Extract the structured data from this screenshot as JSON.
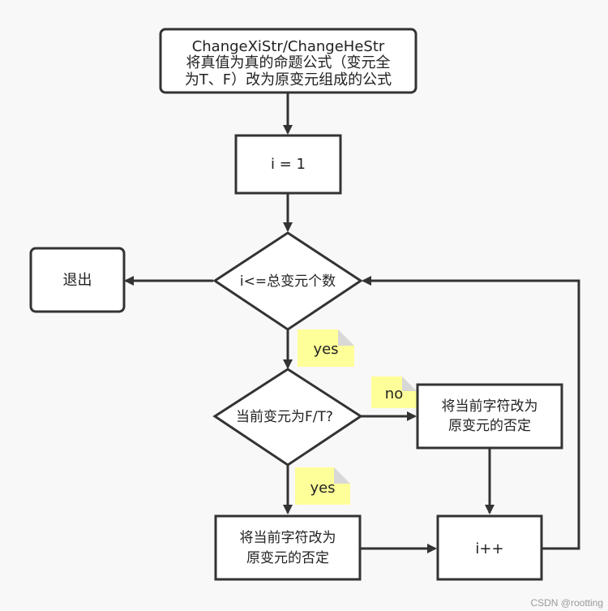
{
  "nodes": {
    "start_line1": "ChangeXiStr/ChangeHeStr",
    "start_line2": "将真值为真的命题公式（变元全",
    "start_line3": "为T、F）改为原变元组成的公式",
    "init": "i = 1",
    "cond_loop": "i<=总变元个数",
    "exit": "退出",
    "cond_type": "当前变元为F/T?",
    "neg_right_line1": "将当前字符改为",
    "neg_right_line2": "原变元的否定",
    "neg_left_line1": "将当前字符改为",
    "neg_left_line2": "原变元的否定",
    "increment": "i++"
  },
  "notes": {
    "yes_1": "yes",
    "no": "no",
    "yes_2": "yes"
  },
  "watermark": "CSDN @rootting",
  "colors": {
    "stroke": "#333333",
    "node_fill": "#ffffff",
    "note_fill": "#ffff99",
    "note_fold": "#d8d8d8",
    "background": "#f8f8f8"
  }
}
